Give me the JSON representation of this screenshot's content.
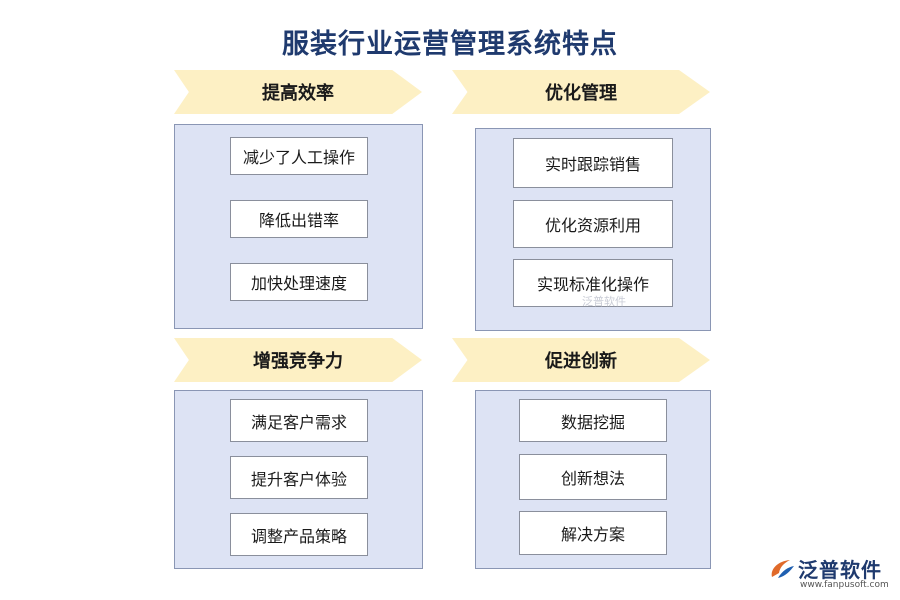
{
  "title": "服装行业运营管理系统特点",
  "sections": [
    {
      "heading": "提高效率",
      "items": [
        "减少了人工操作",
        "降低出错率",
        "加快处理速度"
      ]
    },
    {
      "heading": "优化管理",
      "items": [
        "实时跟踪销售",
        "优化资源利用",
        "实现标准化操作"
      ]
    },
    {
      "heading": "增强竞争力",
      "items": [
        "满足客户需求",
        "提升客户体验",
        "调整产品策略"
      ]
    },
    {
      "heading": "促进创新",
      "items": [
        "数据挖掘",
        "创新想法",
        "解决方案"
      ]
    }
  ],
  "watermark": "泛普软件",
  "logo": {
    "name": "泛普软件",
    "url": "www.fanpusoft.com"
  },
  "colors": {
    "header_bg": "#fdf0c4",
    "panel_bg": "#dde3f4",
    "title": "#1f3a6e"
  }
}
